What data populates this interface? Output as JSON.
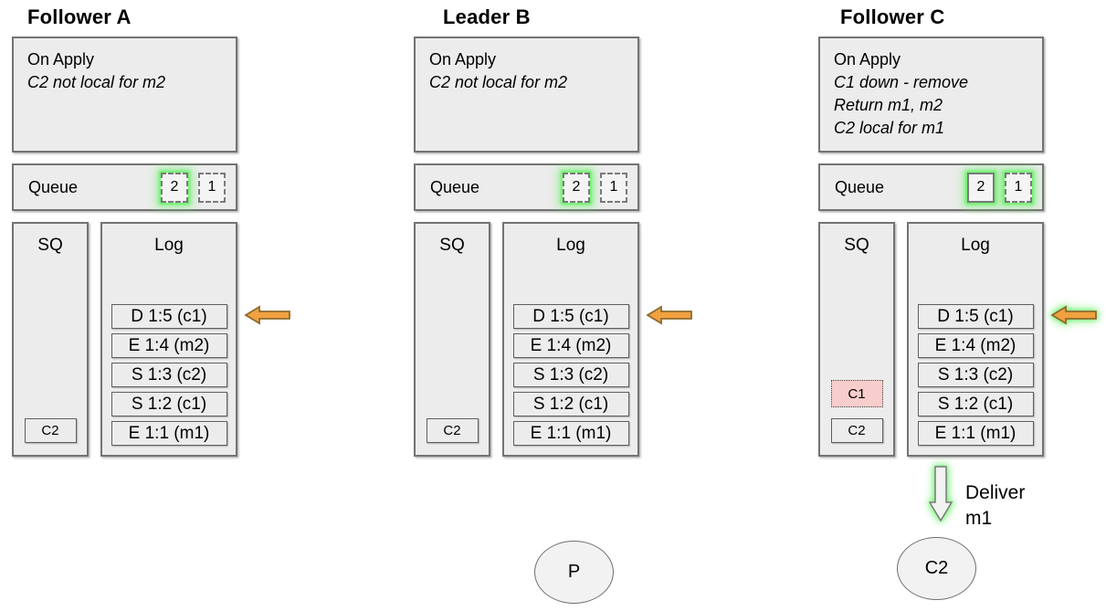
{
  "colors": {
    "box_fill": "#ececec",
    "box_border": "#737373",
    "entry_border": "#5f5f5f",
    "glow_green": "#66f266",
    "highlight_pink": "#f8cecc",
    "arrow_orange_fill": "#f2a140",
    "arrow_orange_border": "#8b6b2e",
    "deliver_arrow_fill": "#f2f2f2"
  },
  "columns": [
    {
      "id": "follower-a",
      "title": "Follower A",
      "on_apply": {
        "title": "On Apply",
        "notes": [
          "C2 not local for m2"
        ]
      },
      "queue": {
        "label": "Queue",
        "slots": [
          {
            "value": "2",
            "border": "dashed",
            "glow": true
          },
          {
            "value": "1",
            "border": "dashed",
            "glow": false
          }
        ]
      },
      "sq": {
        "label": "SQ",
        "items": [
          {
            "value": "C2",
            "border": "solid",
            "glow": false,
            "highlight": false
          }
        ]
      },
      "log": {
        "label": "Log",
        "entries": [
          "D 1:5 (c1)",
          "E 1:4 (m2)",
          "S 1:3 (c2)",
          "S 1:2 (c1)",
          "E 1:1 (m1)"
        ],
        "pointer": {
          "icon": "left-arrow-icon",
          "glow": false
        }
      }
    },
    {
      "id": "leader-b",
      "title": "Leader B",
      "on_apply": {
        "title": "On Apply",
        "notes": [
          "C2 not local for m2"
        ]
      },
      "queue": {
        "label": "Queue",
        "slots": [
          {
            "value": "2",
            "border": "dashed",
            "glow": true
          },
          {
            "value": "1",
            "border": "dashed",
            "glow": false
          }
        ]
      },
      "sq": {
        "label": "SQ",
        "items": [
          {
            "value": "C2",
            "border": "solid",
            "glow": false,
            "highlight": false
          }
        ]
      },
      "log": {
        "label": "Log",
        "entries": [
          "D 1:5 (c1)",
          "E 1:4 (m2)",
          "S 1:3 (c2)",
          "S 1:2 (c1)",
          "E 1:1 (m1)"
        ],
        "pointer": {
          "icon": "left-arrow-icon",
          "glow": false
        }
      },
      "client": {
        "label": "P"
      }
    },
    {
      "id": "follower-c",
      "title": "Follower C",
      "on_apply": {
        "title": "On Apply",
        "notes": [
          "C1 down - remove",
          "Return m1, m2",
          "C2 local for m1"
        ]
      },
      "queue": {
        "label": "Queue",
        "slots": [
          {
            "value": "2",
            "border": "solid",
            "glow": true
          },
          {
            "value": "1",
            "border": "dashed",
            "glow": true
          }
        ]
      },
      "sq": {
        "label": "SQ",
        "items": [
          {
            "value": "C1",
            "border": "dotted",
            "glow": true,
            "highlight": true
          },
          {
            "value": "C2",
            "border": "solid",
            "glow": false,
            "highlight": false
          }
        ]
      },
      "log": {
        "label": "Log",
        "entries": [
          "D 1:5 (c1)",
          "E 1:4 (m2)",
          "S 1:3 (c2)",
          "S 1:2 (c1)",
          "E 1:1 (m1)"
        ],
        "pointer": {
          "icon": "left-arrow-icon",
          "glow": true
        }
      },
      "deliver": {
        "icon": "down-arrow-icon",
        "lines": [
          "Deliver",
          "m1"
        ]
      },
      "client": {
        "label": "C2"
      }
    }
  ]
}
